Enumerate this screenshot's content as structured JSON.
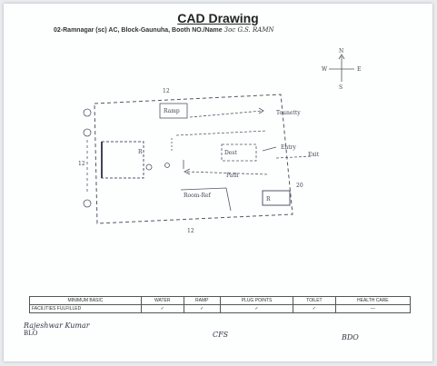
{
  "title": "CAD Drawing",
  "subtitle": "02-Ramnagar (sc) AC, Block-Gaunuha, Booth NO./Name",
  "booth_name_handwritten": "3oc G.S. RAMN",
  "compass": {
    "north": "N",
    "east": "E",
    "west": "W",
    "south": "S"
  },
  "dimensions": {
    "top": "12",
    "left": "12",
    "bottom": "12",
    "right": "20"
  },
  "rooms": {
    "ramp": "Ramp",
    "toilet_label": "Tounetty",
    "entry": "Entry",
    "exit": "Exit",
    "path": "Path",
    "dest": "Dest",
    "r_left": "R",
    "r_right": "R",
    "room_bottom": "Room-Ref"
  },
  "facilities_table": {
    "row1": [
      "MINIMUM BASIC",
      "WATER",
      "RAMP",
      "PLUG POINTS",
      "TOILET",
      "HEALTH CARE"
    ],
    "row2_label": "FACILITIES FULFILLED"
  },
  "signatures": {
    "blo": "BLO",
    "cfs": "CFS",
    "bdo": "BDO",
    "blo_signature": "Rajeshwar Kumar"
  }
}
